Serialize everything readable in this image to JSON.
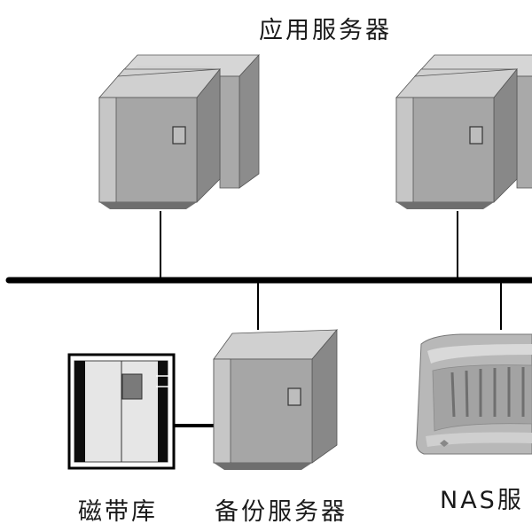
{
  "labels": {
    "app_servers": "应用服务器",
    "tape_library": "磁带库",
    "backup_server": "备份服务器",
    "nas": "NAS服"
  },
  "nodes": [
    {
      "id": "app-server-1",
      "kind": "tower-server-pair"
    },
    {
      "id": "app-server-2",
      "kind": "tower-server-pair"
    },
    {
      "id": "backup-server",
      "kind": "tower-server"
    },
    {
      "id": "tape-library",
      "kind": "tape-library"
    },
    {
      "id": "nas-device",
      "kind": "nas-appliance"
    }
  ],
  "colors": {
    "line": "#000000",
    "server_front": "#a6a6a6",
    "server_side": "#888888",
    "server_top": "#d0d0d0",
    "server_panel": "#bdbdbd",
    "nas_body": "#b8b8b8"
  }
}
